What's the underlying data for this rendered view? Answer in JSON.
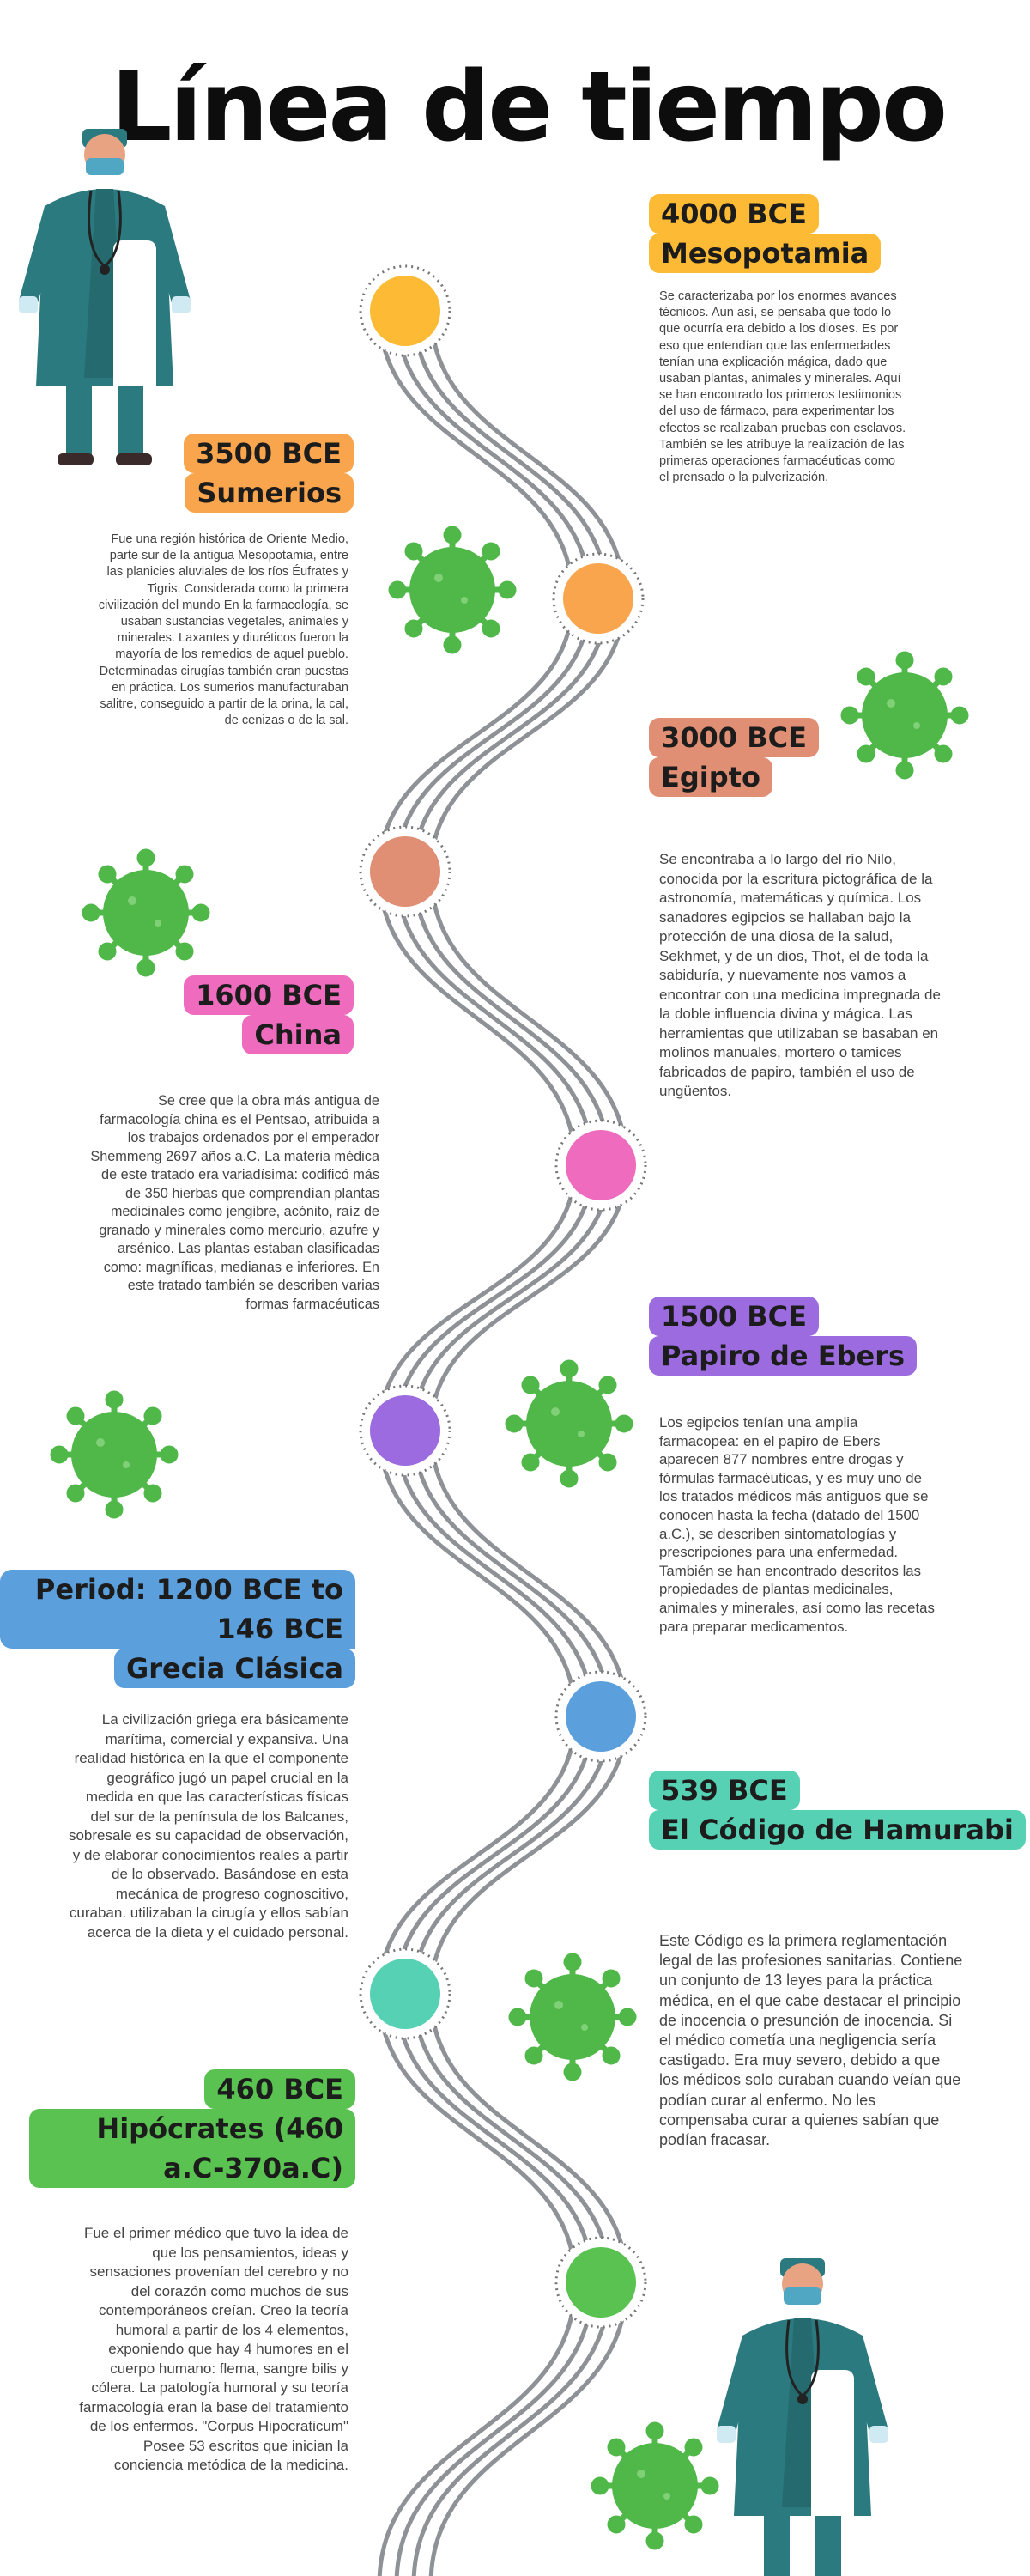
{
  "title": "Línea de tiempo",
  "colors": {
    "orange_yellow": "#FDBA34",
    "orange": "#F9A54E",
    "salmon": "#E08E74",
    "pink": "#EE6BBE",
    "purple": "#9B6BDF",
    "blue": "#5C9FDD",
    "teal": "#57D1B4",
    "green": "#59C251",
    "virus_green": "#4FB848",
    "road_gray": "#8E9196",
    "doctor_teal": "#2B7A7F"
  },
  "events": [
    {
      "id": "mesopotamia",
      "date": "4000 BCE",
      "place": "Mesopotamia",
      "color": "#FDBA34",
      "description": "Se caracterizaba por los enormes avances técnicos. Aun así, se pensaba que todo lo que ocurría era debido a los dioses. Es por eso que entendían que las enfermedades tenían una explicación mágica, dado que usaban plantas, animales y minerales. Aquí se han encontrado los primeros testimonios del uso de fármaco, para experimentar los efectos se realizaban pruebas con esclavos. También se les atribuye la realización de las primeras operaciones farmacéuticas como el prensado o la pulverización."
    },
    {
      "id": "sumerios",
      "date": "3500 BCE",
      "place": "Sumerios",
      "color": "#F9A54E",
      "description": "Fue una región histórica de Oriente Medio, parte sur de la antigua Mesopotamia, entre las planicies aluviales de los ríos Éufrates y Tigris. Considerada como la primera civilización del mundo En la farmacología, se usaban sustancias vegetales, animales y minerales. Laxantes y diuréticos fueron la mayoría de los remedios de aquel pueblo. Determinadas cirugías también eran puestas en práctica. Los sumerios manufacturaban salitre, conseguido a partir de la orina, la cal, de cenizas o de la sal."
    },
    {
      "id": "egipto",
      "date": "3000 BCE",
      "place": "Egipto",
      "color": "#E08E74",
      "description": "Se encontraba a lo largo del río Nilo, conocida por la escritura pictográfica de la astronomía, matemáticas y química. Los sanadores egipcios se hallaban bajo la protección de una diosa de la salud, Sekhmet, y de un dios, Thot, el de toda la sabiduría, y nuevamente nos vamos a encontrar con una medicina impregnada de la doble influencia divina y mágica. Las herramientas que utilizaban se basaban en molinos manuales, mortero o tamices fabricados de papiro, también el uso de ungüentos."
    },
    {
      "id": "china",
      "date": "1600 BCE",
      "place": "China",
      "color": "#EE6BBE",
      "description": "Se cree que la obra más antigua de farmacología china es el Pentsao, atribuida a los trabajos ordenados por el emperador Shemmeng 2697 años a.C. La materia médica de este tratado era variadísima: codificó más de 350 hierbas que comprendían plantas medicinales como jengibre, acónito, raíz de granado y minerales como mercurio, azufre y arsénico. Las plantas estaban clasificadas como: magníficas, medianas e inferiores. En este tratado también se describen varias formas farmacéuticas"
    },
    {
      "id": "ebers",
      "date": "1500 BCE",
      "place": "Papiro de Ebers",
      "color": "#9B6BDF",
      "description": "Los egipcios tenían una amplia farmacopea: en el papiro de Ebers aparecen 877 nombres entre drogas y fórmulas farmacéuticas, y es muy uno de los tratados médicos más antiguos que se conocen hasta la fecha (datado del 1500 a.C.), se describen sintomatologías y prescripciones para una enfermedad. También se han encontrado descritos las propiedades de plantas medicinales, animales y minerales, así como las recetas para preparar medicamentos."
    },
    {
      "id": "grecia",
      "date": "Period: 1200 BCE to 146 BCE",
      "place": "Grecia Clásica",
      "color": "#5C9FDD",
      "description": "La civilización griega era básicamente marítima, comercial y expansiva. Una realidad histórica en la que el componente geográfico jugó un papel crucial en la medida en que las características físicas del sur de la península de los Balcanes, sobresale es su capacidad de observación, y de elaborar conocimientos reales a partir de lo observado. Basándose en esta mecánica de progreso cognoscitivo, curaban. utilizaban la cirugía y ellos sabían acerca de la dieta y el cuidado personal."
    },
    {
      "id": "hamurabi",
      "date": "539 BCE",
      "place": "El Código de Hamurabi",
      "color": "#57D1B4",
      "description": "Este Código es la primera reglamentación legal de las profesiones sanitarias. Contiene un conjunto de 13 leyes para la práctica médica, en el que cabe destacar el principio de inocencia o presunción de inocencia. Si el médico cometía una negligencia sería castigado. Era muy severo, debido a que los médicos solo curaban cuando veían que podían curar al enfermo. No les compensaba curar a quienes sabían que podían fracasar."
    },
    {
      "id": "hipocrates",
      "date": "460 BCE",
      "place": "Hipócrates (460 a.C-370a.C)",
      "color": "#59C251",
      "description": "Fue el primer médico que tuvo la idea de que los pensamientos, ideas y sensaciones provenían del cerebro y no del corazón como muchos de sus contemporáneos creían. Creo la teoría humoral a partir de los 4 elementos, exponiendo que hay 4 humores en el cuerpo humano: flema, sangre bilis y cólera. La patología humoral y su teoría farmacología eran la base del tratamiento de los enfermos. \"Corpus Hipocraticum\" Posee 53 escritos que inician la conciencia metódica de la medicina."
    }
  ]
}
